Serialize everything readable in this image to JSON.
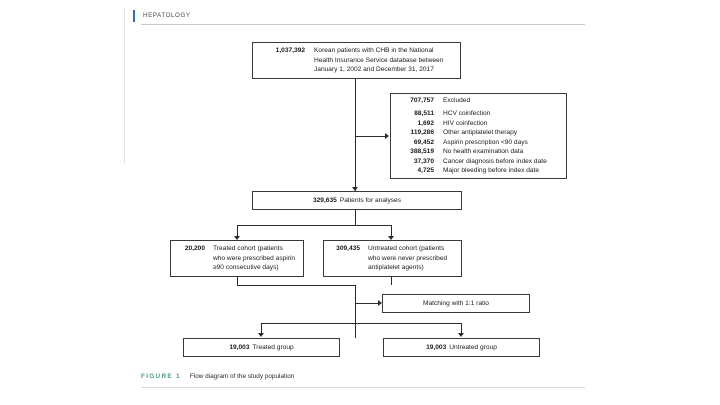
{
  "running_head": {
    "title": "HEPATOLOGY",
    "accent_color": "#2f6fb5"
  },
  "figure": {
    "label": "FIGURE 1",
    "label_color": "#4c9a7a",
    "caption": "Flow diagram of the study population"
  },
  "flow": {
    "source": {
      "count": "1,037,392",
      "description": "Korean patients with CHB in the National\nHealth Insurance Service database between\nJanuary 1, 2002 and December 31, 2017"
    },
    "excluded": {
      "total_count": "707,757",
      "total_label": "Excluded",
      "reasons": [
        {
          "count": "88,511",
          "label": "HCV coinfection"
        },
        {
          "count": "1,692",
          "label": "HIV coinfection"
        },
        {
          "count": "119,286",
          "label": "Other antiplatelet therapy"
        },
        {
          "count": "69,452",
          "label": "Aspirin prescription <90 days"
        },
        {
          "count": "388,519",
          "label": "No health examination data"
        },
        {
          "count": "37,370",
          "label": "Cancer diagnosis before index date"
        },
        {
          "count": "4,725",
          "label": "Major bleeding before index date"
        }
      ]
    },
    "analyses": {
      "count": "329,635",
      "description": "Patients for analyses"
    },
    "treated_cohort": {
      "count": "20,200",
      "description": "Treated cohort (patients\nwho were prescribed aspirin\n≥90 consecutive days)"
    },
    "untreated_cohort": {
      "count": "309,435",
      "description": "Untreated cohort (patients\nwho were never prescribed\nantiplatelet agents)"
    },
    "matching": {
      "description": "Matching with 1:1 ratio"
    },
    "treated_group": {
      "count": "19,003",
      "description": "Treated group"
    },
    "untreated_group": {
      "count": "19,003",
      "description": "Untreated group"
    }
  }
}
